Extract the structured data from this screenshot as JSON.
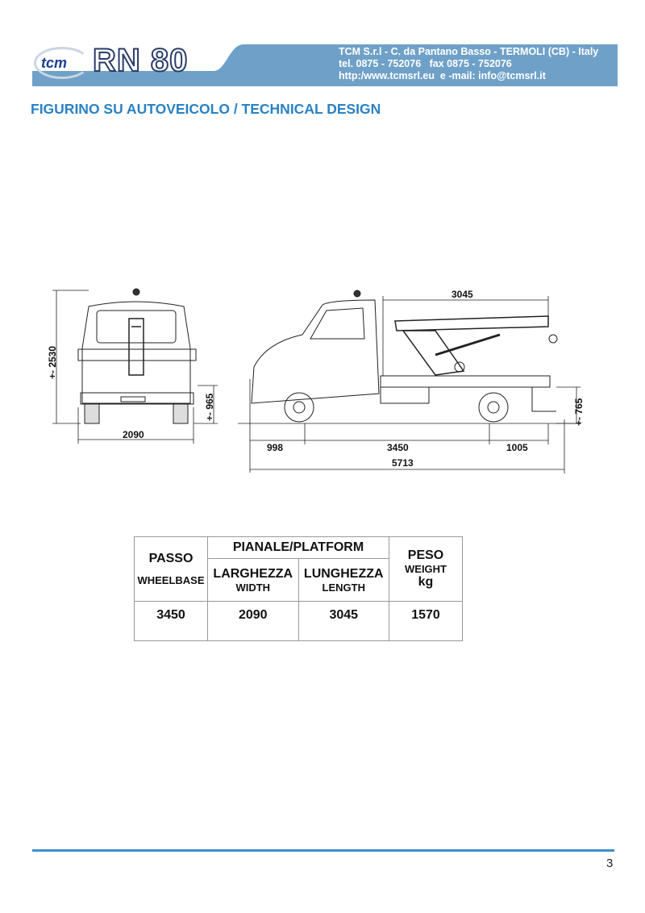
{
  "header": {
    "logo_brand": "tcm",
    "logo_model": "RN 80",
    "contact_lines": [
      "TCM S.r.l - C. da Pantano Basso - TERMOLI (CB) - Italy",
      "tel. 0875 - 752076   fax 0875 - 752076",
      "http:/www.tcmsrl.eu  e -mail: info@tcmsrl.it"
    ],
    "band_color": "#6fa1c8"
  },
  "title": "FIGURINO SU AUTOVEICOLO / TECHNICAL DESIGN",
  "drawing": {
    "front_height": "+- 2530",
    "front_width": "2090",
    "platform_height": "+- 965",
    "front_overhang": "998",
    "wheelbase": "3450",
    "rear_overhang": "1005",
    "total_length": "5713",
    "platform_length": "3045",
    "rear_height": "+- 765"
  },
  "table": {
    "passo": "PASSO",
    "wheelbase": "WHEELBASE",
    "pianale": "PIANALE/PLATFORM",
    "larghezza": "LARGHEZZA",
    "width": "WIDTH",
    "lunghezza": "LUNGHEZZA",
    "length": "LENGTH",
    "peso": "PESO",
    "weight": "WEIGHT",
    "kg": "kg",
    "values": [
      "3450",
      "2090",
      "3045",
      "1570"
    ]
  },
  "footer": {
    "page_number": "3",
    "line_color": "#3d8fcc"
  }
}
